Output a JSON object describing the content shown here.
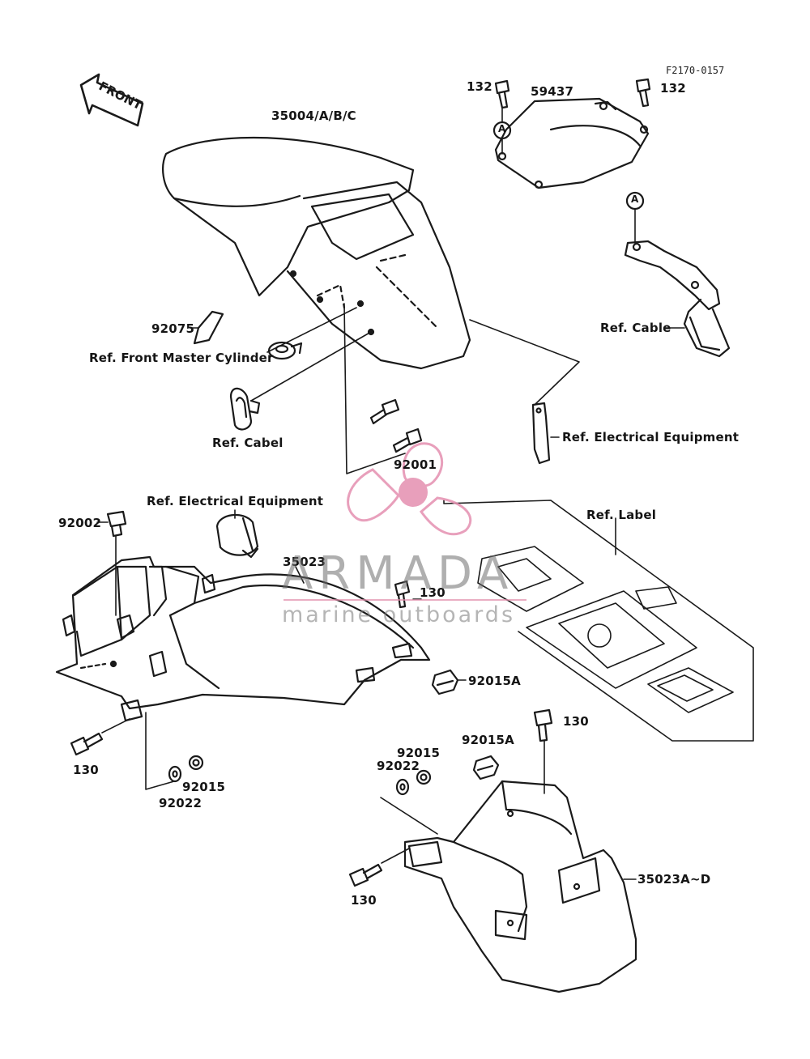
{
  "figure_code": "F2170-0157",
  "front_badge": "FRONT",
  "labels": {
    "front_fender": "35004/A/B/C",
    "cover": "59437",
    "bolt_132_left": "132",
    "bolt_132_right": "132",
    "circle_a_top": "A",
    "circle_a_bracket": "A",
    "pad_92075": "92075",
    "ref_front_master_cylinder": "Ref. Front Master Cylinder",
    "ref_cabel": "Ref. Cabel",
    "ref_cable": "Ref. Cable",
    "ref_electrical_right": "Ref. Electrical Equipment",
    "bolt_92001": "92001",
    "bolt_92002": "92002",
    "ref_electrical_left": "Ref. Electrical Equipment",
    "rear_fender": "35023",
    "bolt_130_a": "130",
    "ref_label": "Ref. Label",
    "nut_92015a_a": "92015A",
    "bolt_130_b": "130",
    "washer_92015_a": "92015",
    "washer_92022_a": "92022",
    "bolt_130_c": "130",
    "nut_92015a_b": "92015A",
    "washer_92015_b": "92015",
    "washer_92022_b": "92022",
    "rear_flap": "35023A~D",
    "bolt_130_d": "130"
  },
  "watermark": {
    "brand": "ARMADA",
    "tagline": "marine outboards",
    "accent_color": "#e48fb0"
  }
}
